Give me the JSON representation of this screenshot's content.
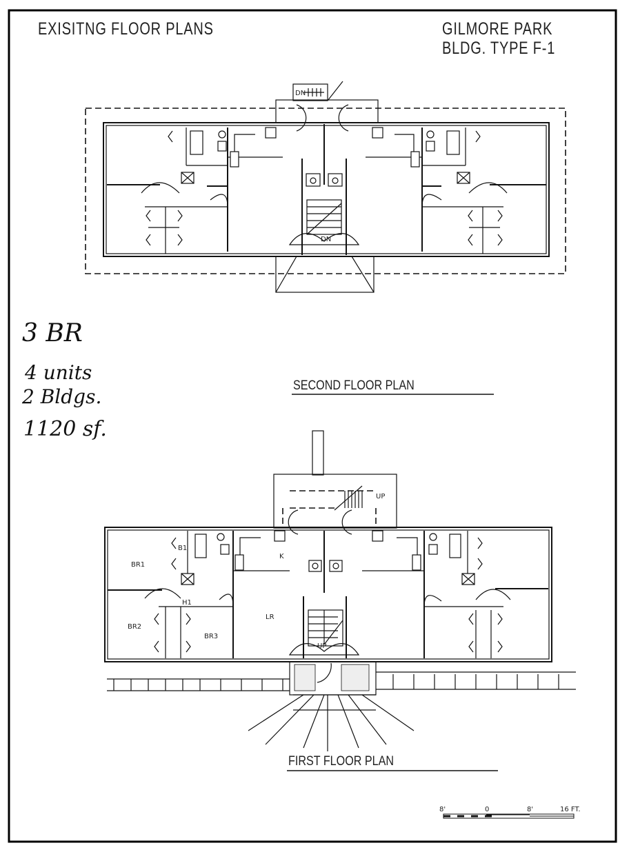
{
  "header": {
    "title": "EXISITNG FLOOR PLANS",
    "project": "GILMORE PARK",
    "building_type": "BLDG. TYPE F-1"
  },
  "notes": {
    "bedrooms": "3 BR",
    "units": "4 units",
    "buildings": "2 Bldgs.",
    "area": "1120 sf."
  },
  "second_floor": {
    "title": "SECOND FLOOR PLAN",
    "stair_labels": [
      "DN",
      "DN"
    ]
  },
  "first_floor": {
    "title": "FIRST FLOOR PLAN",
    "rooms": {
      "br1": "BR1",
      "br2": "BR2",
      "br3": "BR3",
      "b1": "B1",
      "h1": "H1",
      "k": "K",
      "lr": "LR"
    },
    "stair_labels": [
      "UP",
      "UP"
    ]
  },
  "scale_bar": {
    "ticks": [
      "8'",
      "0",
      "8'",
      "16 FT."
    ]
  }
}
